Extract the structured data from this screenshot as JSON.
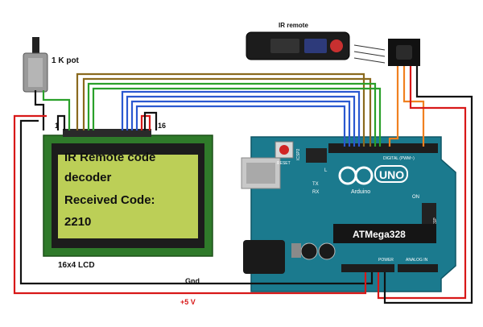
{
  "labels": {
    "ir_remote": "IR remote",
    "pot": "1 K pot",
    "lcd_pin_first": "1",
    "lcd_pin_last": "16",
    "lcd_name": "16x4 LCD",
    "gnd": "Gnd",
    "vcc": "+5 V"
  },
  "lcd": {
    "lines": [
      "IR Remote code",
      "decoder",
      "Received Code:",
      "2210"
    ]
  },
  "arduino": {
    "reset": "RESET",
    "icsp2": "ICSP2",
    "icsp": "ICSP",
    "brand": "UNO",
    "sub": "Arduino",
    "chip": "ATMega328",
    "digital": "DIGITAL (PWM~)",
    "power": "POWER",
    "analog": "ANALOG IN",
    "tx": "TX",
    "rx": "RX",
    "on": "ON",
    "l": "L"
  },
  "colors": {
    "board": "#1b7a8e",
    "lcd_screen": "#bccf57",
    "lcd_pcb": "#2f7a2a",
    "wire_red": "#d81818",
    "wire_black": "#111111",
    "wire_brown": "#8a6a1e",
    "wire_green": "#2aa02a",
    "wire_blue": "#2a58d0",
    "wire_orange": "#f08020"
  }
}
